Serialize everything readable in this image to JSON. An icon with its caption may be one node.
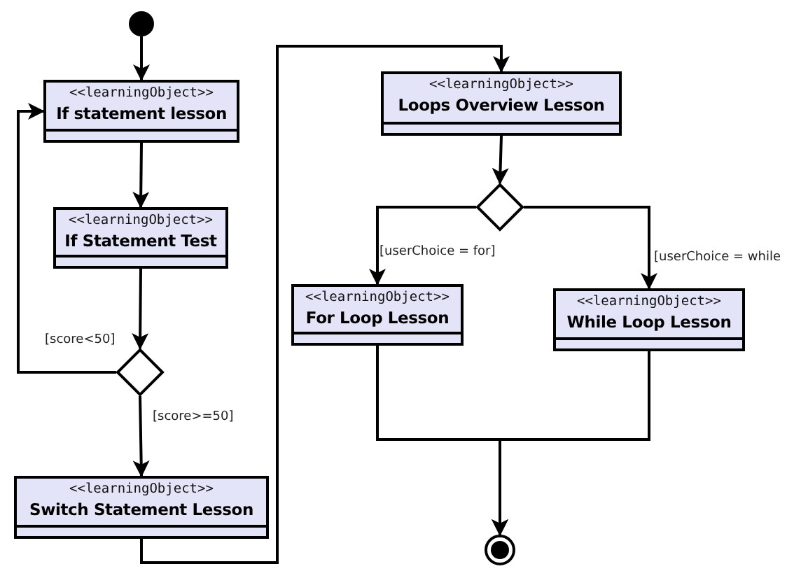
{
  "diagram": {
    "nodes": [
      {
        "text": [],
        "shape": "circle"
      },
      {
        "text": [
          "<<learningObject>>",
          "If statement lesson"
        ]
      },
      {
        "text": [
          "<<learningObject>>",
          "If Statement Test"
        ]
      },
      {
        "text": [],
        "shape": "diamond"
      },
      {
        "text": [
          "<<learningObject>>",
          "Switch Statement Lesson"
        ]
      },
      {
        "text": [
          "<<learningObject>>",
          "Loops Overview Lesson"
        ]
      },
      {
        "text": [],
        "shape": "diamond"
      },
      {
        "text": [
          "<<learningObject>>",
          "For Loop Lesson"
        ]
      },
      {
        "text": [
          "<<learningObject>>",
          "While Loop Lesson"
        ]
      },
      {
        "text": [],
        "shape": "circle"
      }
    ],
    "edges": [
      {
        "from": 0,
        "to": 1,
        "arrow": "to"
      },
      {
        "from": 1,
        "to": 2,
        "arrow": "to"
      },
      {
        "from": 2,
        "to": 3,
        "arrow": "to"
      },
      {
        "from": 3,
        "to": 1,
        "arrow": "to",
        "label": "[score<50]"
      },
      {
        "from": 3,
        "to": 4,
        "arrow": "to",
        "label": "[score>=50]"
      },
      {
        "from": 4,
        "to": 5,
        "arrow": "to"
      },
      {
        "from": 5,
        "to": 6,
        "arrow": "to"
      },
      {
        "from": 6,
        "to": 7,
        "arrow": "to",
        "label": "[userChoice = for]"
      },
      {
        "from": 6,
        "to": 8,
        "arrow": "to",
        "label": "[userChoice = while"
      },
      {
        "from": 7,
        "to": 9,
        "arrow": "to"
      },
      {
        "from": 8,
        "to": 9,
        "arrow": "to"
      }
    ]
  }
}
